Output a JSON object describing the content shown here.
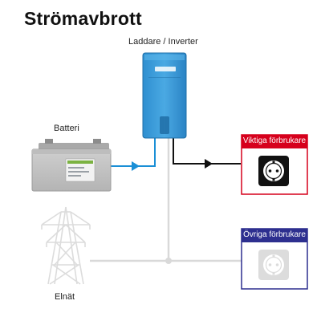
{
  "title": "Strömavbrott",
  "labels": {
    "charger_inverter": "Laddare / Inverter",
    "battery": "Batteri",
    "grid": "Elnät"
  },
  "loads": {
    "critical": {
      "label": "Viktiga förbrukare",
      "color": "#d6001c"
    },
    "other": {
      "label": "Övriga förbrukare",
      "color": "#2d2f8f"
    }
  },
  "colors": {
    "dc_line": "#1a8fd6",
    "ac_active": "#111111",
    "inactive": "#d9d9d9"
  },
  "icons": {
    "device": "charger-inverter-icon",
    "battery": "battery-icon",
    "pylon": "power-pylon-icon",
    "socket": "power-outlet-icon"
  }
}
